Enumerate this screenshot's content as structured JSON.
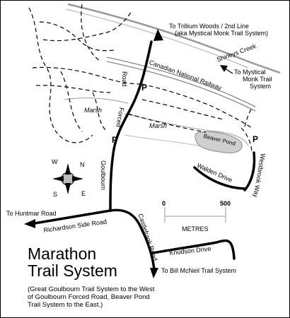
{
  "title": {
    "line1": "Marathon",
    "line2": "Trail System"
  },
  "note": {
    "line1": "(Great Goulbourn Trail System to the West",
    "line2": "of Goulbourn Forced Road, Beaver Pond",
    "line3": "Trail System to the East.)"
  },
  "destinations": {
    "trillium_line1": "To Trillium Woods / 2nd Line",
    "trillium_line2": "(aka Mystical Monk Trail System)",
    "mystical_line1": "To Mystical",
    "mystical_line2": "Monk Trail",
    "mystical_line3": "System",
    "huntmar": "To Huntmar Road",
    "bill_mcneil": "To Bill McNeil Trail System"
  },
  "roads": {
    "forced_road": "Road",
    "forced_label": "Forced",
    "goulbourn": "Goulbourn",
    "richardson": "Richardson Side Road",
    "castlefrank": "Castlefrank Road",
    "knudson": "Knudson Drive",
    "walden": "Walden Drive",
    "westbrook": "Westbrook Way",
    "railway": "Canadian National Railway"
  },
  "features": {
    "shirleys_creek": "Shirleys Creek",
    "marsh_1": "Marsh",
    "marsh_2": "Marsh",
    "beaver_pond": "Beaver Pond"
  },
  "parking": [
    "P",
    "P",
    "P"
  ],
  "scale": {
    "start": "0",
    "end": "500",
    "unit": "METRES"
  },
  "compass": {
    "n": "N",
    "s": "S",
    "e": "E",
    "w": "W"
  }
}
